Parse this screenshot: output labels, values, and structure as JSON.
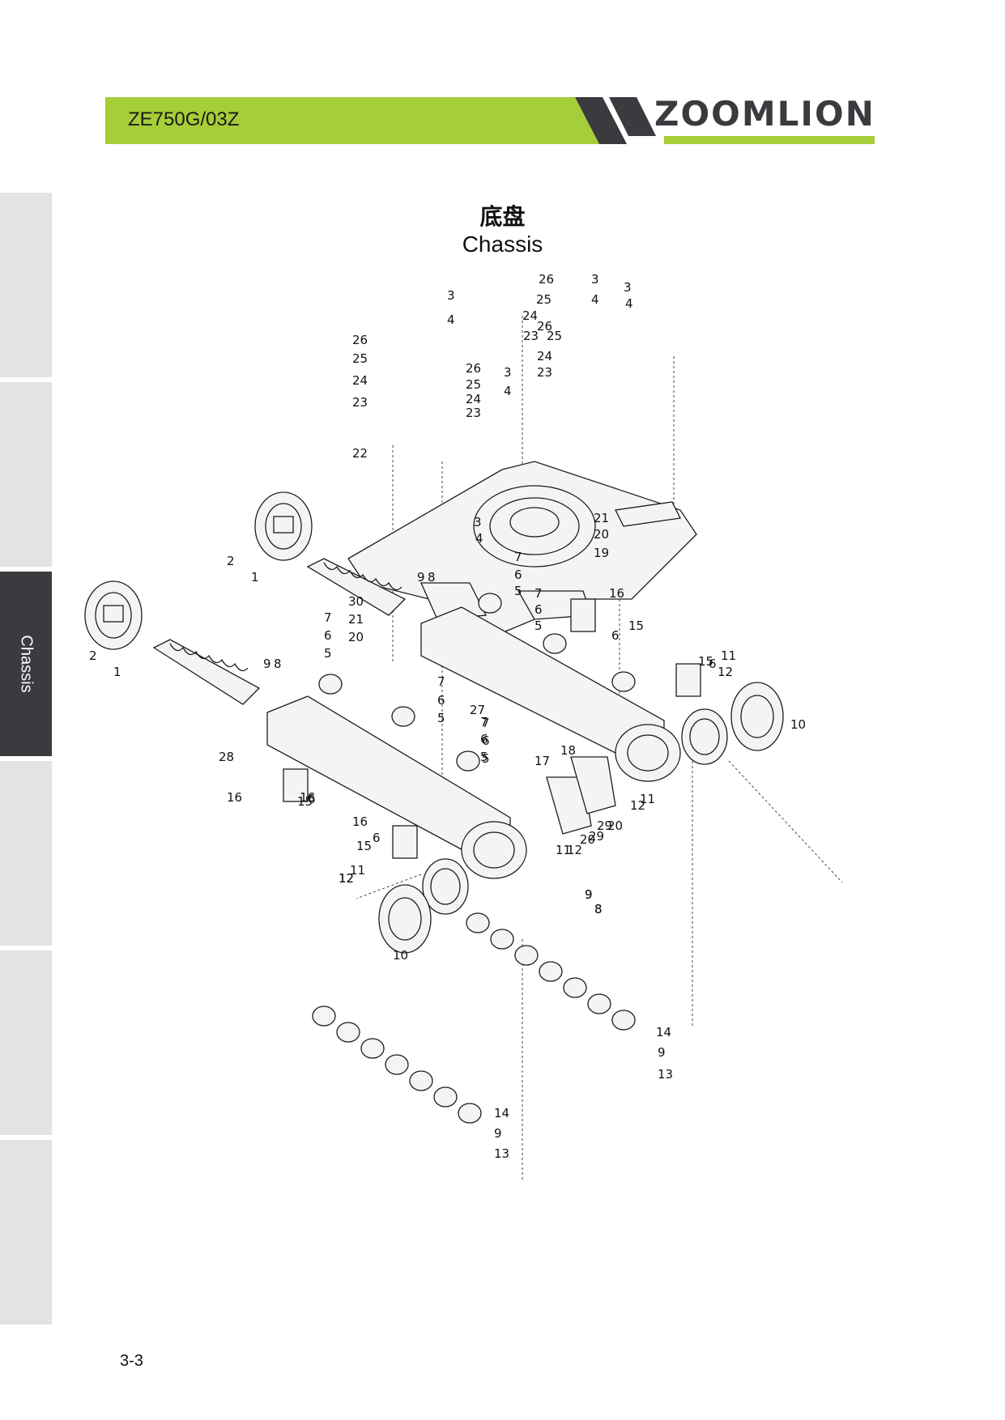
{
  "header": {
    "model_code": "ZE750G/03Z",
    "brand": "ZOOMLION",
    "band_color": "#a6ce39",
    "stripe_color": "#3a3a3f"
  },
  "sidebar": {
    "tabs": [
      {
        "label": "",
        "active": false
      },
      {
        "label": "",
        "active": false
      },
      {
        "label": "Chassis",
        "active": true
      },
      {
        "label": "",
        "active": false
      },
      {
        "label": "",
        "active": false
      },
      {
        "label": "",
        "active": false
      }
    ]
  },
  "title": {
    "cn": "底盘",
    "en": "Chassis"
  },
  "diagram": {
    "parts": {
      "idler": "idler",
      "recoil_spring": "recoil-spring",
      "upper_frame": "center-frame",
      "track_frame_right": "track-frame",
      "track_frame_left": "track-frame",
      "sprocket": "sprocket",
      "travel_motor": "travel-motor",
      "carrier_roller": "carrier-roller",
      "track_roller": "track-roller",
      "track_guard": "track-guard"
    },
    "callouts": [
      "3",
      "4",
      "3",
      "4",
      "26",
      "25",
      "24",
      "23",
      "3",
      "4",
      "26",
      "25",
      "24",
      "23",
      "26",
      "25",
      "24",
      "23",
      "3",
      "4",
      "26",
      "25",
      "24",
      "23",
      "3",
      "4",
      "22",
      "21",
      "20",
      "19",
      "2",
      "1",
      "9",
      "8",
      "7",
      "6",
      "5",
      "16",
      "7",
      "6",
      "5",
      "15",
      "6",
      "30",
      "21",
      "20",
      "7",
      "6",
      "5",
      "2",
      "1",
      "9",
      "8",
      "7",
      "6",
      "5",
      "16",
      "7",
      "6",
      "5",
      "15",
      "6",
      "12",
      "11",
      "10",
      "27",
      "28",
      "16",
      "15",
      "6",
      "7",
      "6",
      "5",
      "18",
      "17",
      "12",
      "11",
      "20",
      "29",
      "29",
      "20",
      "12",
      "11",
      "9",
      "8",
      "16",
      "6",
      "15",
      "12",
      "11",
      "10",
      "9",
      "8",
      "14",
      "9",
      "13",
      "14",
      "9",
      "13",
      "12"
    ]
  },
  "footer": {
    "page_number": "3-3"
  }
}
